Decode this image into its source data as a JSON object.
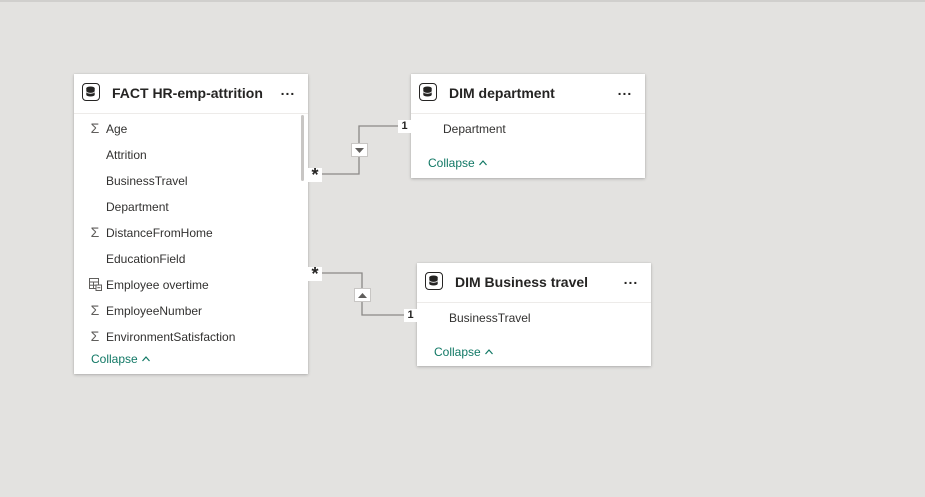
{
  "tables": {
    "fact": {
      "title": "FACT HR-emp-attrition",
      "more": "...",
      "fields": [
        {
          "label": "Age",
          "icon": "sigma-icon",
          "glyph": "Σ"
        },
        {
          "label": "Attrition",
          "icon": "",
          "glyph": ""
        },
        {
          "label": "BusinessTravel",
          "icon": "",
          "glyph": ""
        },
        {
          "label": "Department",
          "icon": "",
          "glyph": ""
        },
        {
          "label": "DistanceFromHome",
          "icon": "sigma-icon",
          "glyph": "Σ"
        },
        {
          "label": "EducationField",
          "icon": "",
          "glyph": ""
        },
        {
          "label": "Employee overtime",
          "icon": "calculated-column-icon",
          "glyph": ""
        },
        {
          "label": "EmployeeNumber",
          "icon": "sigma-icon",
          "glyph": "Σ"
        },
        {
          "label": "EnvironmentSatisfaction",
          "icon": "sigma-icon",
          "glyph": "Σ"
        }
      ],
      "collapse": "Collapse"
    },
    "department": {
      "title": "DIM department",
      "more": "...",
      "field": "Department",
      "collapse": "Collapse"
    },
    "business_travel": {
      "title": "DIM Business travel",
      "more": "...",
      "field": "BusinessTravel",
      "collapse": "Collapse"
    }
  },
  "relationships": [
    {
      "from_table": "FACT HR-emp-attrition",
      "to_table": "DIM department",
      "many_label": "*",
      "one_label": "1",
      "direction": "down"
    },
    {
      "from_table": "FACT HR-emp-attrition",
      "to_table": "DIM Business travel",
      "many_label": "*",
      "one_label": "1",
      "direction": "up"
    }
  ],
  "colors": {
    "canvas": "#e3e2e0",
    "accent": "#117865",
    "line": "#8a8886"
  }
}
